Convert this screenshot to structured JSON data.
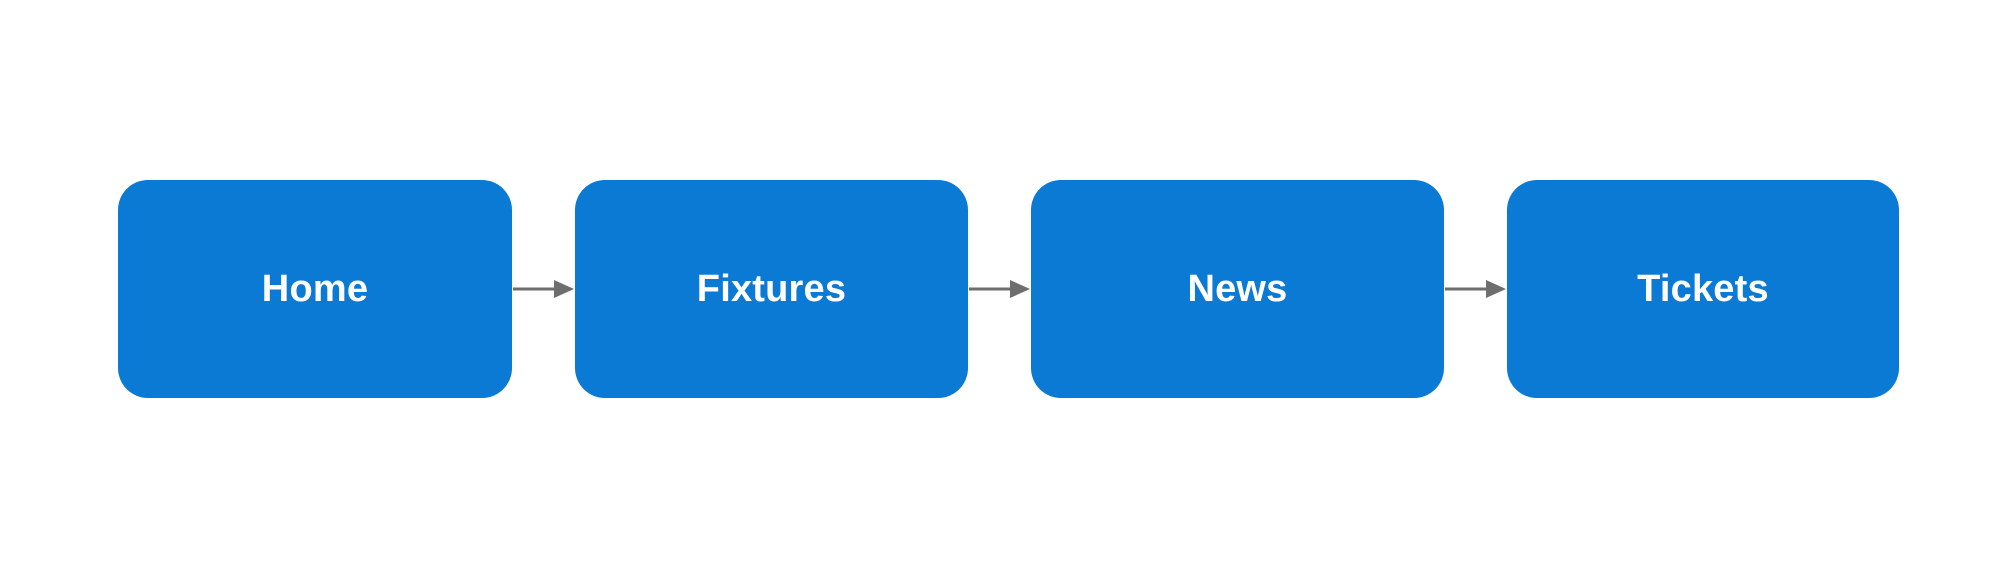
{
  "diagram": {
    "type": "flow-chart",
    "orientation": "horizontal",
    "background_color": "#ffffff",
    "node_color": "#0b7ad4",
    "node_text_color": "#ffffff",
    "arrow_color": "#6e6e6e",
    "nodes": [
      {
        "id": "home",
        "label": "Home"
      },
      {
        "id": "fixtures",
        "label": "Fixtures"
      },
      {
        "id": "news",
        "label": "News"
      },
      {
        "id": "tickets",
        "label": "Tickets"
      }
    ],
    "connectors": [
      {
        "from": "home",
        "to": "fixtures",
        "icon": "arrow-right-icon"
      },
      {
        "from": "fixtures",
        "to": "news",
        "icon": "arrow-right-icon"
      },
      {
        "from": "news",
        "to": "tickets",
        "icon": "arrow-right-icon"
      }
    ]
  }
}
